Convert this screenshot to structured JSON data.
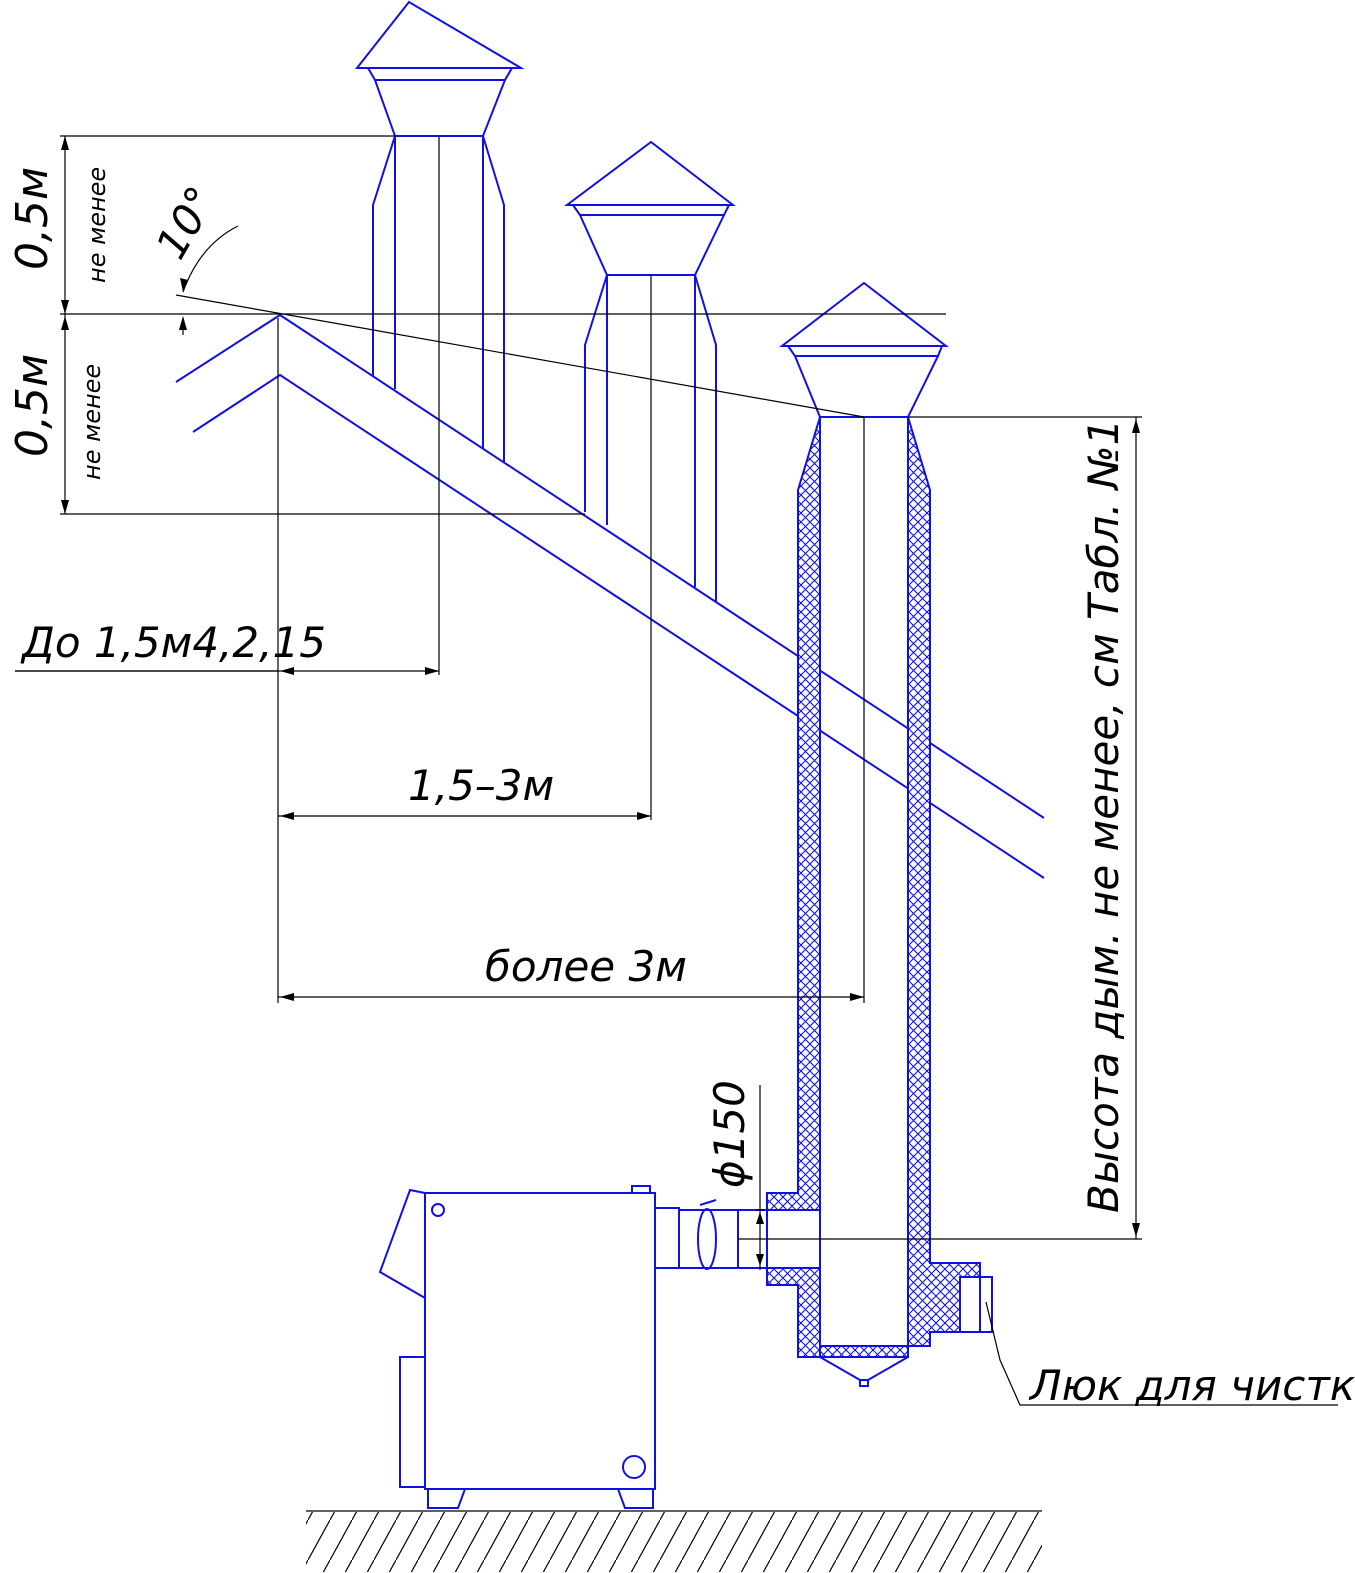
{
  "labels": {
    "top_height": "0,5м",
    "top_not_less": "не менее",
    "lower_height": "0,5м",
    "lower_not_less": "не менее",
    "angle": "10°",
    "dist_near": "До 1,5м4,2,15",
    "dist_mid": "1,5–3м",
    "dist_far": "более 3м",
    "chimney_height": "Высота дым. не менее, см Табл. №1",
    "diameter": "ϕ150",
    "cleaning_hatch": "Люк для чистки"
  },
  "colors": {
    "construction": "#1010e6",
    "dimension": "#000000"
  }
}
